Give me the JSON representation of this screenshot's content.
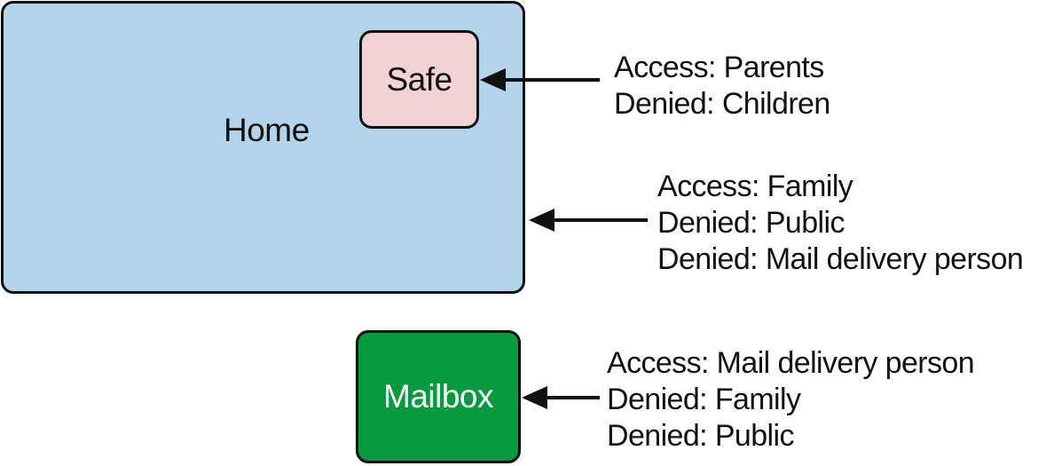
{
  "colors": {
    "home_fill": "#b3d4eb",
    "safe_fill": "#f1d3d5",
    "mailbox_fill": "#079a3f",
    "stroke": "#111111"
  },
  "home": {
    "label": "Home"
  },
  "safe": {
    "label": "Safe"
  },
  "mailbox": {
    "label": "Mailbox"
  },
  "notes": {
    "safe": [
      "Access: Parents",
      "Denied: Children"
    ],
    "home": [
      "Access: Family",
      "Denied: Public",
      "Denied: Mail delivery person"
    ],
    "mailbox": [
      "Access: Mail delivery person",
      "Denied: Family",
      "Denied: Public"
    ]
  }
}
